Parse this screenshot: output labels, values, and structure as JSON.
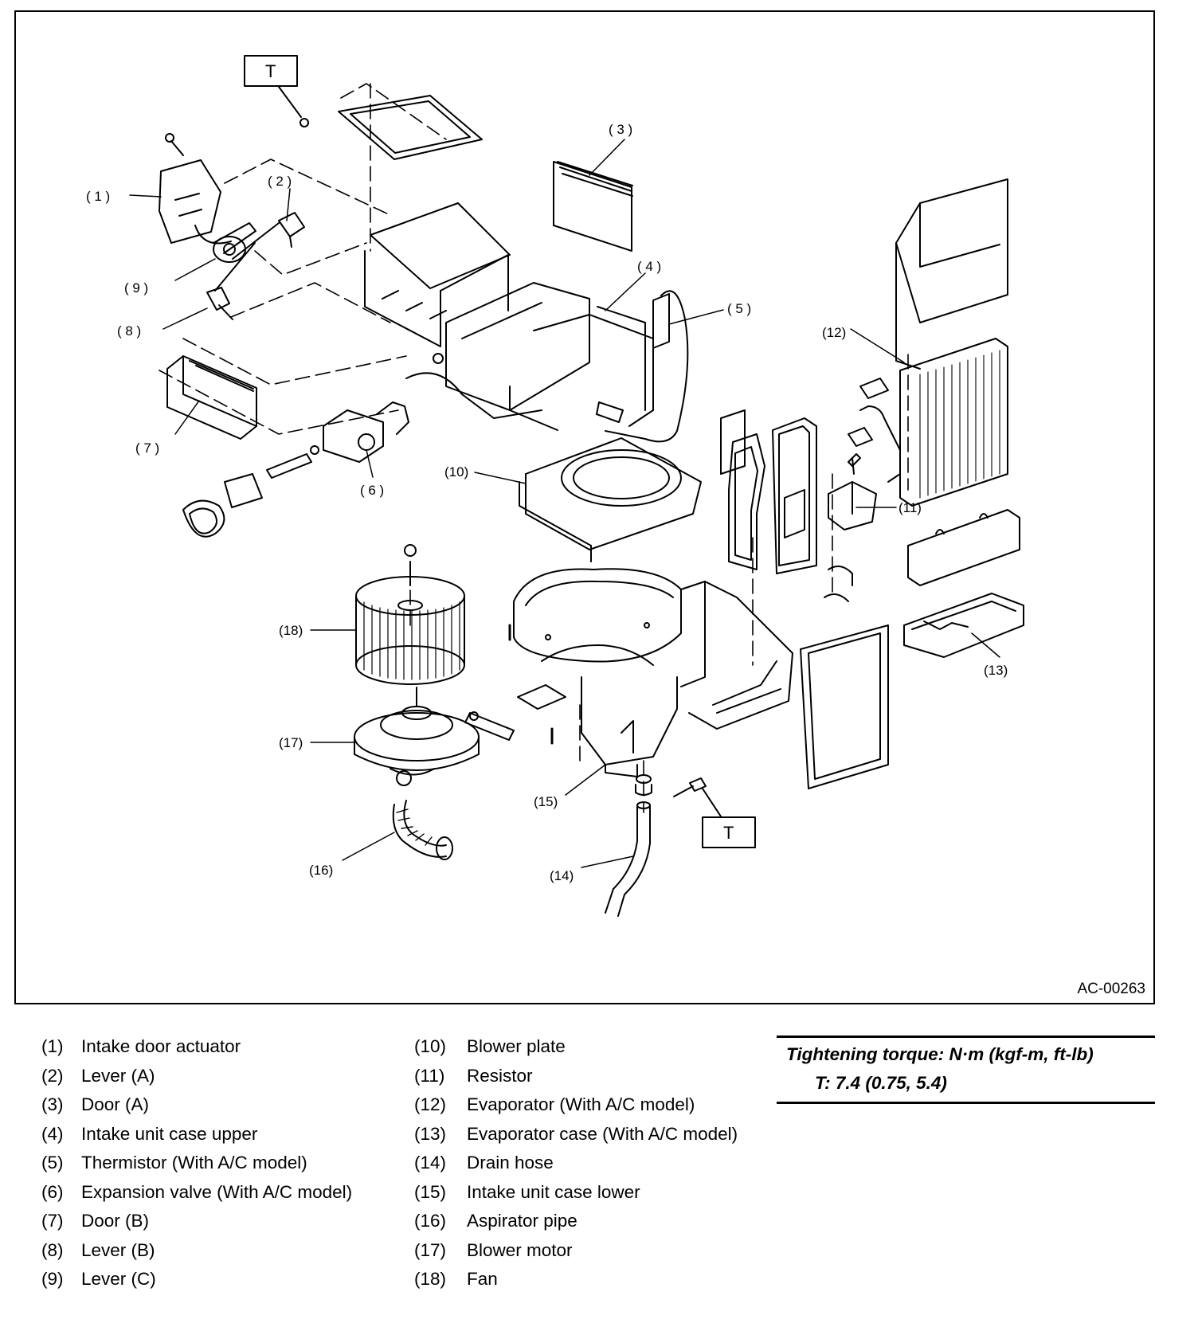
{
  "diagram": {
    "figure_id": "AC-00263",
    "torque_box_label": "T",
    "callouts": [
      {
        "key": "c1",
        "text": "( 1 )"
      },
      {
        "key": "c2",
        "text": "( 2 )"
      },
      {
        "key": "c3",
        "text": "( 3 )"
      },
      {
        "key": "c4",
        "text": "( 4 )"
      },
      {
        "key": "c5",
        "text": "( 5 )"
      },
      {
        "key": "c6",
        "text": "( 6 )"
      },
      {
        "key": "c7",
        "text": "( 7 )"
      },
      {
        "key": "c8",
        "text": "( 8 )"
      },
      {
        "key": "c9",
        "text": "( 9 )"
      },
      {
        "key": "c10",
        "text": "(10)"
      },
      {
        "key": "c11",
        "text": "(11)"
      },
      {
        "key": "c12",
        "text": "(12)"
      },
      {
        "key": "c13",
        "text": "(13)"
      },
      {
        "key": "c14",
        "text": "(14)"
      },
      {
        "key": "c15",
        "text": "(15)"
      },
      {
        "key": "c16",
        "text": "(16)"
      },
      {
        "key": "c17",
        "text": "(17)"
      },
      {
        "key": "c18",
        "text": "(18)"
      }
    ]
  },
  "legend": {
    "left": [
      {
        "num": "(1)",
        "label": "Intake door actuator"
      },
      {
        "num": "(2)",
        "label": "Lever (A)"
      },
      {
        "num": "(3)",
        "label": "Door (A)"
      },
      {
        "num": "(4)",
        "label": "Intake unit case upper"
      },
      {
        "num": "(5)",
        "label": "Thermistor (With A/C model)"
      },
      {
        "num": "(6)",
        "label": "Expansion valve (With A/C model)"
      },
      {
        "num": "(7)",
        "label": "Door (B)"
      },
      {
        "num": "(8)",
        "label": "Lever (B)"
      },
      {
        "num": "(9)",
        "label": "Lever (C)"
      }
    ],
    "right": [
      {
        "num": "(10)",
        "label": "Blower plate"
      },
      {
        "num": "(11)",
        "label": "Resistor"
      },
      {
        "num": "(12)",
        "label": "Evaporator (With A/C model)"
      },
      {
        "num": "(13)",
        "label": "Evaporator case (With A/C model)"
      },
      {
        "num": "(14)",
        "label": "Drain hose"
      },
      {
        "num": "(15)",
        "label": "Intake unit case lower"
      },
      {
        "num": "(16)",
        "label": "Aspirator pipe"
      },
      {
        "num": "(17)",
        "label": "Blower motor"
      },
      {
        "num": "(18)",
        "label": "Fan"
      }
    ]
  },
  "torque": {
    "title": "Tightening torque: N·m (kgf-m, ft-lb)",
    "value": "T:   7.4 (0.75, 5.4)"
  }
}
